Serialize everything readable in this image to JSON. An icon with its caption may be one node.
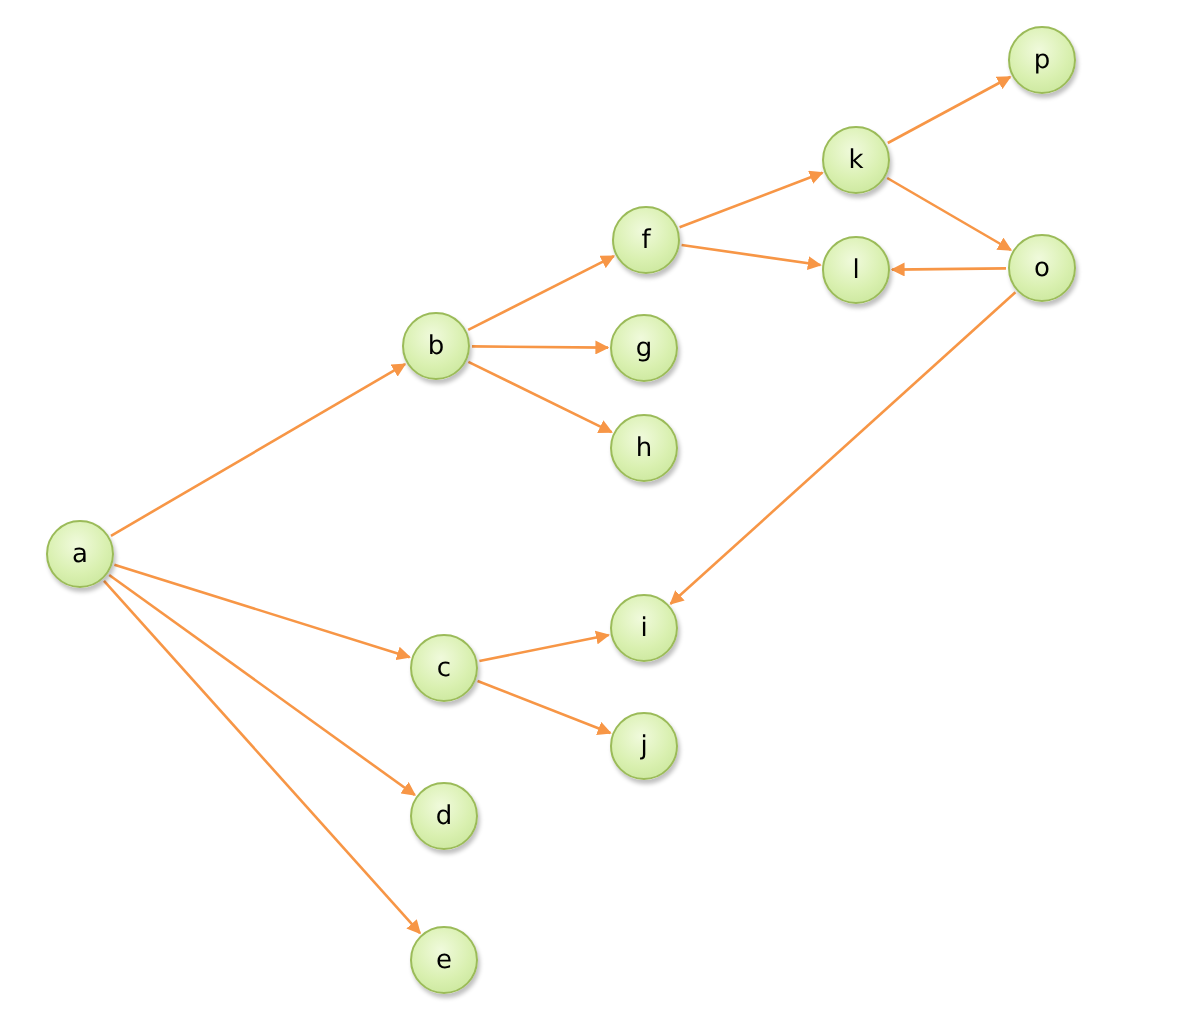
{
  "diagram": {
    "nodes": [
      {
        "text": [
          "a"
        ]
      },
      {
        "text": [
          "b"
        ]
      },
      {
        "text": [
          "c"
        ]
      },
      {
        "text": [
          "d"
        ]
      },
      {
        "text": [
          "e"
        ]
      },
      {
        "text": [
          "f"
        ]
      },
      {
        "text": [
          "g"
        ]
      },
      {
        "text": [
          "h"
        ]
      },
      {
        "text": [
          "i"
        ]
      },
      {
        "text": [
          "j"
        ]
      },
      {
        "text": [
          "k"
        ]
      },
      {
        "text": [
          "l"
        ]
      },
      {
        "text": [
          "o"
        ]
      },
      {
        "text": [
          "p"
        ]
      }
    ],
    "edges": [
      {
        "from": 0,
        "to": 1,
        "arrow": "to"
      },
      {
        "from": 0,
        "to": 2,
        "arrow": "to"
      },
      {
        "from": 0,
        "to": 3,
        "arrow": "to"
      },
      {
        "from": 0,
        "to": 4,
        "arrow": "to"
      },
      {
        "from": 1,
        "to": 5,
        "arrow": "to"
      },
      {
        "from": 1,
        "to": 6,
        "arrow": "to"
      },
      {
        "from": 1,
        "to": 7,
        "arrow": "to"
      },
      {
        "from": 2,
        "to": 8,
        "arrow": "to"
      },
      {
        "from": 2,
        "to": 9,
        "arrow": "to"
      },
      {
        "from": 5,
        "to": 10,
        "arrow": "to"
      },
      {
        "from": 5,
        "to": 11,
        "arrow": "to"
      },
      {
        "from": 10,
        "to": 13,
        "arrow": "to"
      },
      {
        "from": 10,
        "to": 12,
        "arrow": "to"
      },
      {
        "from": 12,
        "to": 11,
        "arrow": "to"
      },
      {
        "from": 12,
        "to": 8,
        "arrow": "to"
      }
    ]
  }
}
